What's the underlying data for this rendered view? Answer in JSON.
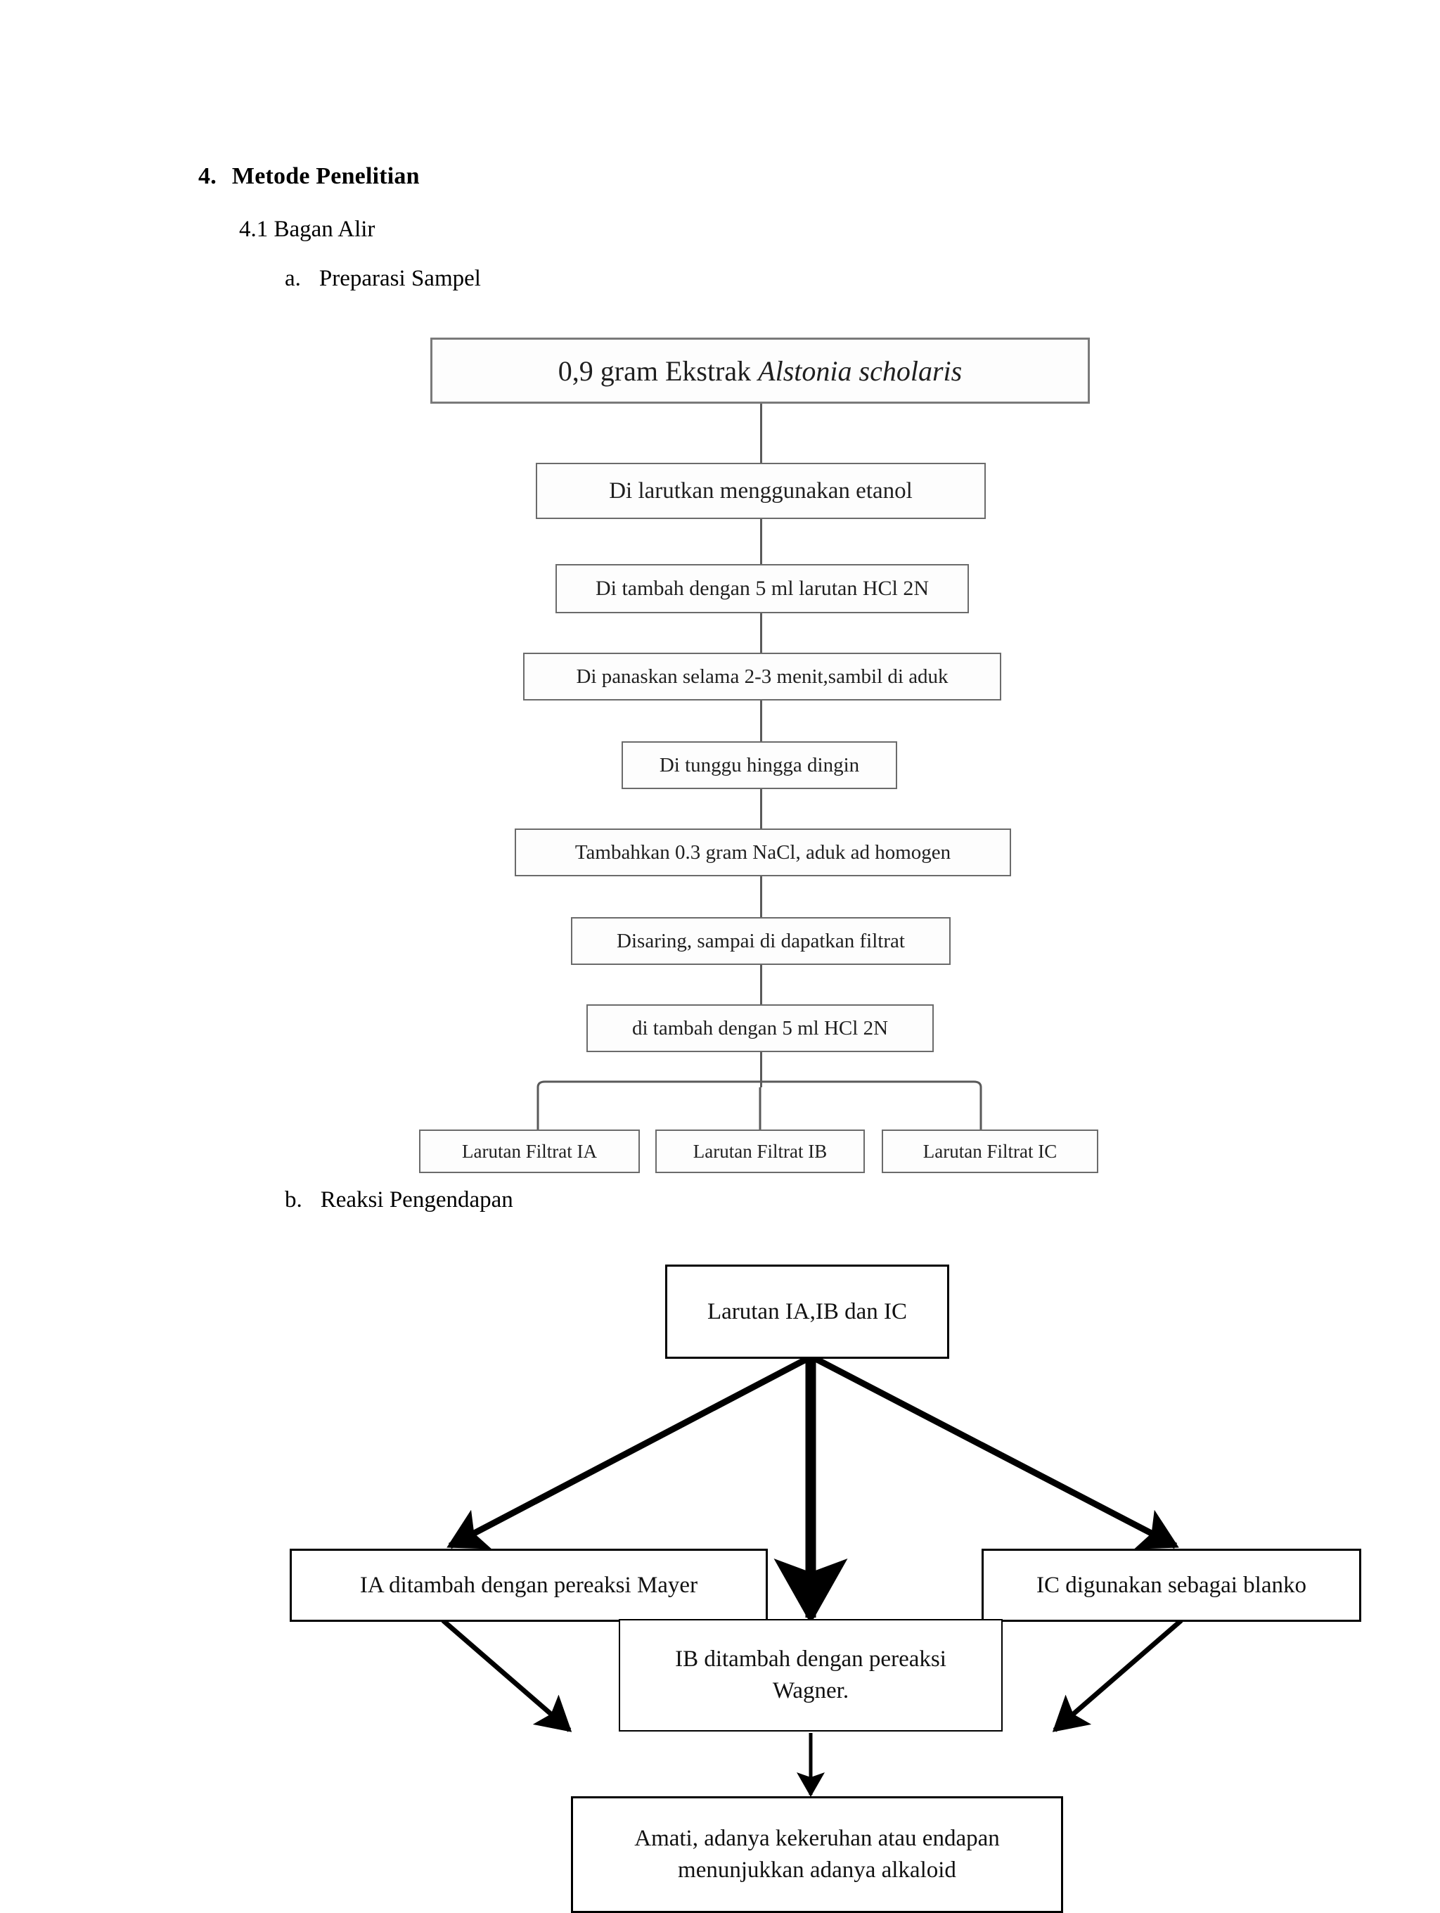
{
  "document": {
    "section_number": "4.",
    "section_title": "Metode Penelitian",
    "subsection": "4.1 Bagan Alir",
    "items": [
      {
        "marker": "a.",
        "label": "Preparasi Sampel"
      },
      {
        "marker": "b.",
        "label": "Reaksi Pengendapan"
      }
    ]
  },
  "flowchart_preparasi": {
    "steps": [
      {
        "pre": "0,9 gram Ekstrak ",
        "italic": "Alstonia scholaris"
      },
      {
        "text": "Di larutkan menggunakan etanol"
      },
      {
        "text": "Di tambah dengan 5 ml larutan HCl 2N"
      },
      {
        "text": "Di panaskan selama 2-3 menit,sambil di aduk"
      },
      {
        "text": "Di tunggu hingga dingin"
      },
      {
        "text": "Tambahkan 0.3 gram NaCl, aduk ad homogen"
      },
      {
        "text": "Disaring, sampai di dapatkan filtrat"
      },
      {
        "text": "di tambah dengan 5 ml HCl 2N"
      }
    ],
    "outputs": [
      {
        "text": "Larutan Filtrat IA"
      },
      {
        "text": "Larutan Filtrat IB"
      },
      {
        "text": "Larutan Filtrat IC"
      }
    ]
  },
  "flowchart_pengendapan": {
    "start": "Larutan  IA,IB dan IC",
    "branch_left": "IA ditambah  dengan  pereaksi Mayer",
    "branch_center_line1": "IB ditambah  dengan  pereaksi",
    "branch_center_line2": "Wagner.",
    "branch_right": "IC digunakan  sebagai blanko",
    "result_line1": "Amati,  adanya kekeruhan  atau endapan",
    "result_line2": "menunjukkan  adanya alkaloid"
  },
  "colors": {
    "page_background": "#ffffff",
    "text": "#000000",
    "box_border_light": "#6b6b6b",
    "box_border_bold": "#000000"
  }
}
